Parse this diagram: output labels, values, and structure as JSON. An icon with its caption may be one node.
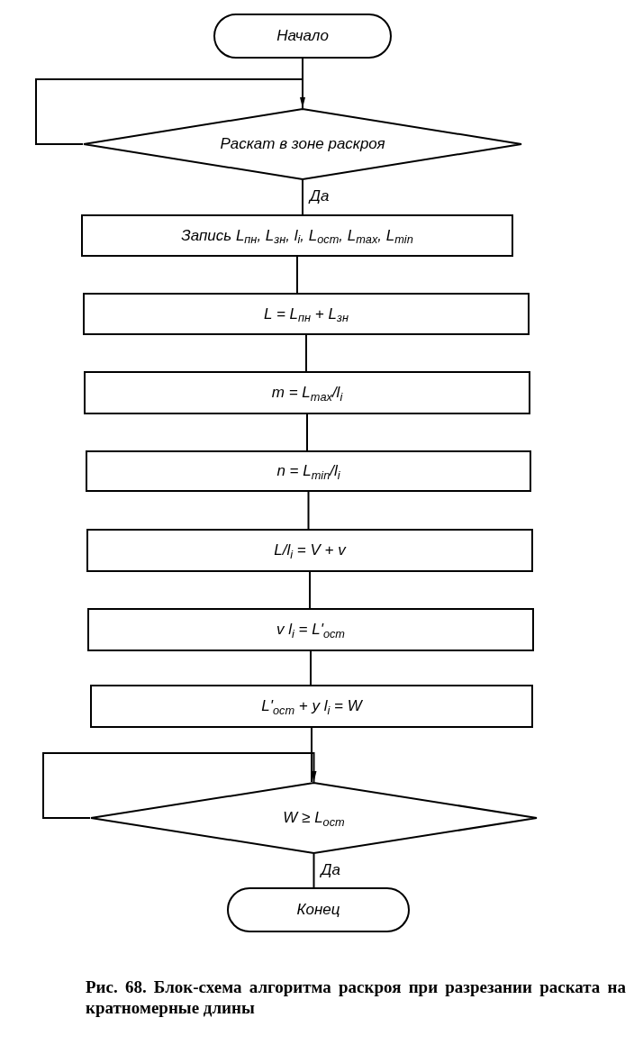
{
  "diagram": {
    "caption": "Рис. 68. Блок-схема алгоритма раскроя при разрезании раската на кратномерные длины",
    "nodes": [
      {
        "text": [
          "Начало"
        ]
      },
      {
        "text": [
          "Раскат в зоне раскроя"
        ]
      },
      {
        "text": [
          "Запись L$_{пн}$, L$_{зн}$, l$_{i}$, L$_{ост}$, L$_{max}$, L$_{min}$"
        ]
      },
      {
        "text": [
          "L = L$_{пн}$ + L$_{зн}$"
        ]
      },
      {
        "text": [
          "m = L$_{max}$/l$_{i}$"
        ]
      },
      {
        "text": [
          "n = L$_{min}$/l$_{i}$"
        ]
      },
      {
        "text": [
          "L/l$_{i}$ = V + v"
        ]
      },
      {
        "text": [
          "v l$_{i}$ = L'$_{ост}$"
        ]
      },
      {
        "text": [
          "L'$_{ост}$ + y l$_{i}$ = W"
        ]
      },
      {
        "text": [
          "W ≥ L$_{ост}$"
        ]
      },
      {
        "text": [
          "Конец"
        ]
      }
    ],
    "edges": [
      {
        "from": 0,
        "to": 1,
        "arrow": "none"
      },
      {
        "from": 1,
        "to": 1,
        "arrow": "to"
      },
      {
        "from": 1,
        "to": 2,
        "arrow": "none",
        "label": "Да"
      },
      {
        "from": 2,
        "to": 3,
        "arrow": "none"
      },
      {
        "from": 3,
        "to": 4,
        "arrow": "none"
      },
      {
        "from": 4,
        "to": 5,
        "arrow": "none"
      },
      {
        "from": 5,
        "to": 6,
        "arrow": "none"
      },
      {
        "from": 6,
        "to": 7,
        "arrow": "none"
      },
      {
        "from": 7,
        "to": 8,
        "arrow": "none"
      },
      {
        "from": 8,
        "to": 9,
        "arrow": "none"
      },
      {
        "from": 9,
        "to": 9,
        "arrow": "to"
      },
      {
        "from": 9,
        "to": 10,
        "arrow": "none",
        "label": "Да"
      }
    ]
  }
}
